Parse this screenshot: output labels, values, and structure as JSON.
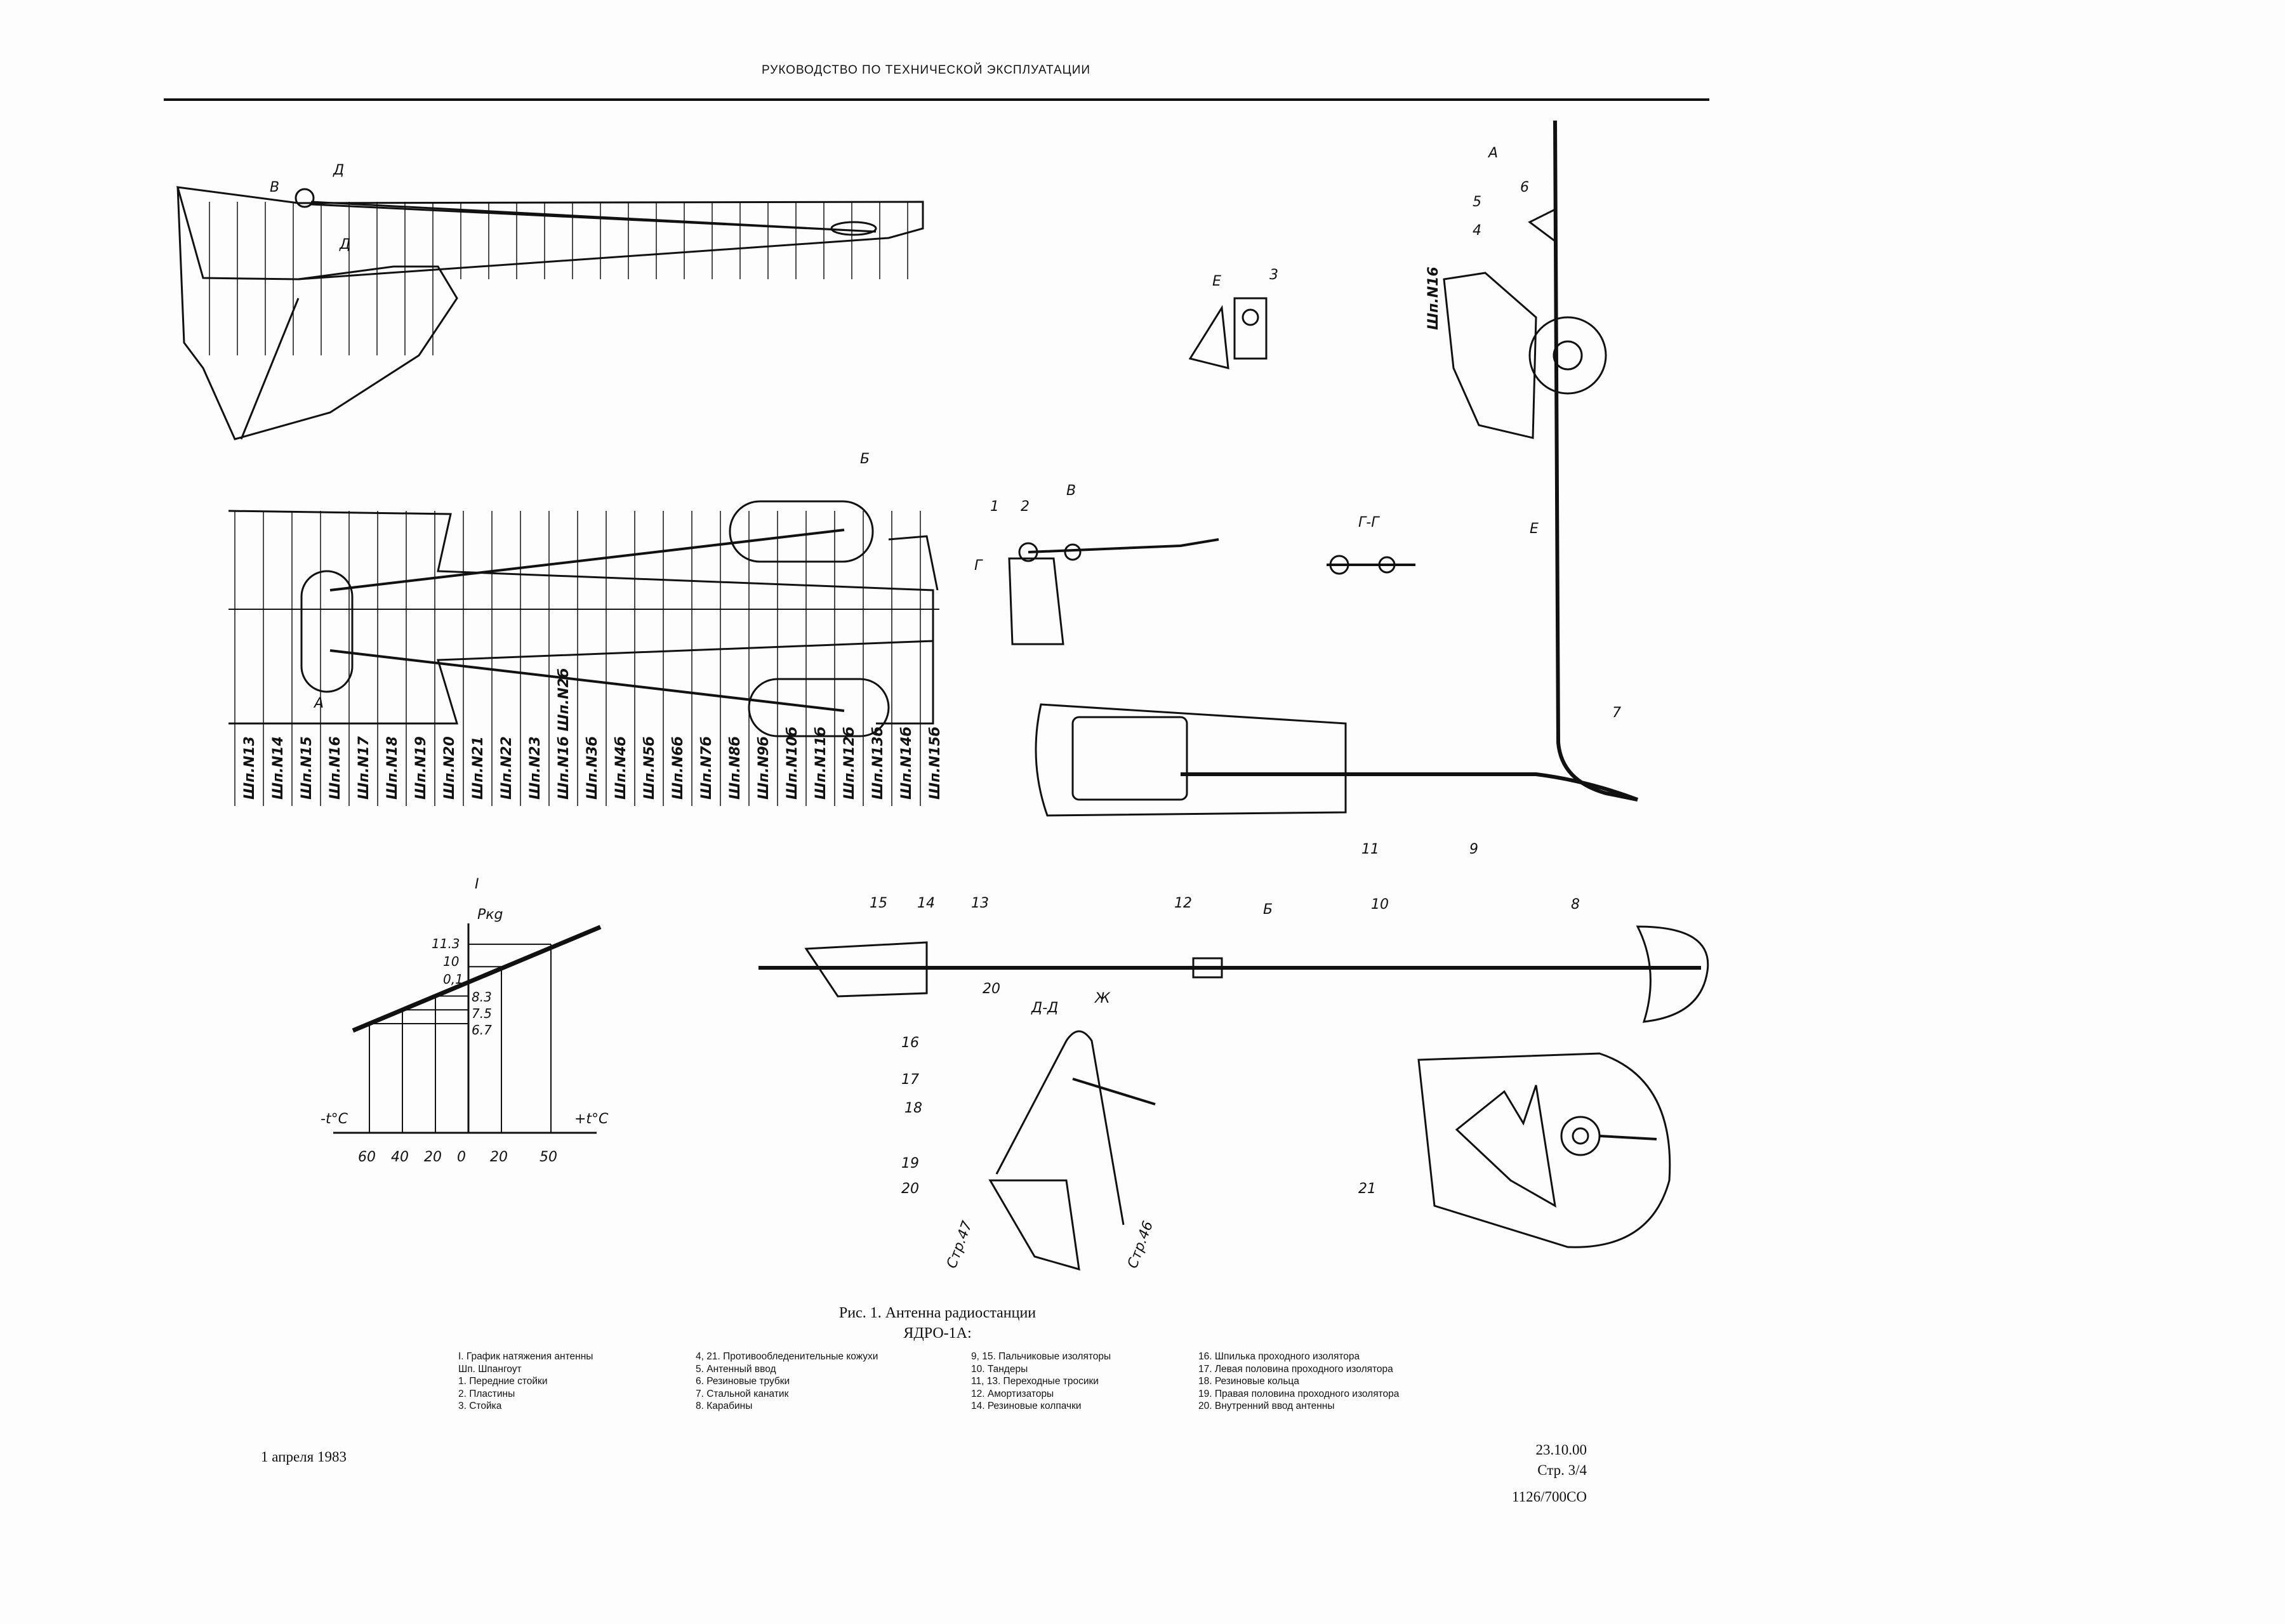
{
  "header": {
    "title": "РУКОВОДСТВО ПО ТЕХНИЧЕСКОЙ ЭКСПЛУАТАЦИИ"
  },
  "caption": {
    "line1": "Рис. 1. Антенна радиостанции",
    "line2": "ЯДРО-1А:"
  },
  "legend": {
    "col1": [
      "I. График натяжения антенны",
      "Шп. Шпангоут",
      "1. Передние стойки",
      "2. Пластины",
      "3. Стойка"
    ],
    "col2": [
      "4, 21. Противообледенительные кожухи",
      "5. Антенный ввод",
      "6. Резиновые трубки",
      "7. Стальной канатик",
      "8. Карабины"
    ],
    "col3": [
      "9, 15. Пальчиковые изоляторы",
      "10. Тандеры",
      "11, 13. Переходные тросики",
      "12. Амортизаторы",
      "14. Резиновые колпачки"
    ],
    "col4": [
      "16. Шпилька проходного изолятора",
      "17. Левая половина проходного изолятора",
      "18. Резиновые кольца",
      "19. Правая половина проходного изолятора",
      "20. Внутренний ввод антенны"
    ]
  },
  "footer": {
    "date": "1 апреля 1983",
    "code": "23.10.00",
    "page": "Стр. 3/4",
    "doc": "1126/700СО"
  },
  "stations": [
    "Шп.N13",
    "Шп.N14",
    "Шп.N15",
    "Шп.N16",
    "Шп.N17",
    "Шп.N18",
    "Шп.N19",
    "Шп.N20",
    "Шп.N21",
    "Шп.N22",
    "Шп.N23",
    "Шп.N1б Шп.N2б",
    "Шп.N3б",
    "Шп.N4б",
    "Шп.N5б",
    "Шп.N6б",
    "Шп.N7б",
    "Шп.N8б",
    "Шп.N9б",
    "Шп.N10б",
    "Шп.N11б",
    "Шп.N12б",
    "Шп.N13б",
    "Шп.N14б",
    "Шп.N15б"
  ],
  "views": {
    "A": "А",
    "B": "Б",
    "V": "В",
    "G": "Г",
    "GG": "Г-Г",
    "D": "Д",
    "DD": "Д-Д",
    "E": "Е",
    "Zh": "Ж",
    "station16": "Шп.N16",
    "dim20": "20",
    "str47": "Стр.47",
    "str46": "Стр.46"
  },
  "callouts": [
    "1",
    "2",
    "3",
    "4",
    "5",
    "6",
    "7",
    "8",
    "9",
    "10",
    "11",
    "12",
    "13",
    "14",
    "15",
    "16",
    "17",
    "18",
    "19",
    "20",
    "21"
  ],
  "graph": {
    "title": "I",
    "ylabel": "Pкg",
    "xlabel_neg": "-t°C",
    "xlabel_pos": "+t°C",
    "x_ticks": [
      "60",
      "40",
      "20",
      "0",
      "20",
      "50"
    ],
    "y_ticks": [
      "11.3",
      "10",
      "0,1",
      "8.3",
      "7.5",
      "6.7"
    ],
    "points": [
      {
        "t": -60,
        "p": 6.7
      },
      {
        "t": -40,
        "p": 7.5
      },
      {
        "t": -20,
        "p": 8.3
      },
      {
        "t": 0,
        "p": 9.1
      },
      {
        "t": 20,
        "p": 10
      },
      {
        "t": 50,
        "p": 11.3
      }
    ]
  }
}
